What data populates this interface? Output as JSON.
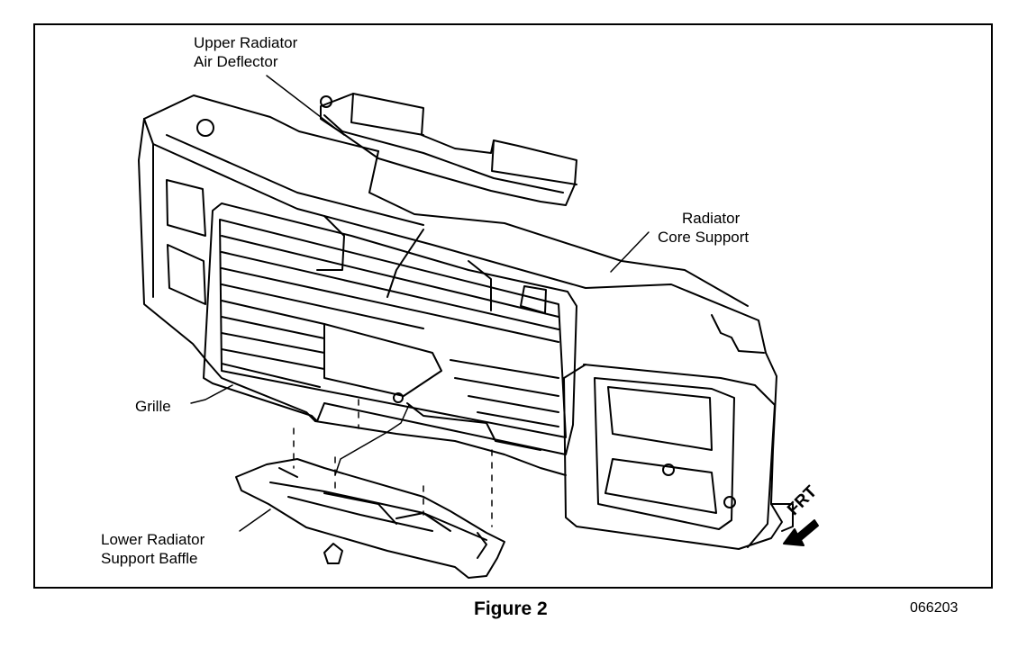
{
  "labels": {
    "upper_deflector_line1": "Upper Radiator",
    "upper_deflector_line2": "Air Deflector",
    "core_support_line1": "Radiator",
    "core_support_line2": "Core Support",
    "grille": "Grille",
    "lower_baffle_line1": "Lower Radiator",
    "lower_baffle_line2": "Support Baffle",
    "front_direction": "FRT"
  },
  "caption": "Figure 2",
  "figure_code": "066203"
}
